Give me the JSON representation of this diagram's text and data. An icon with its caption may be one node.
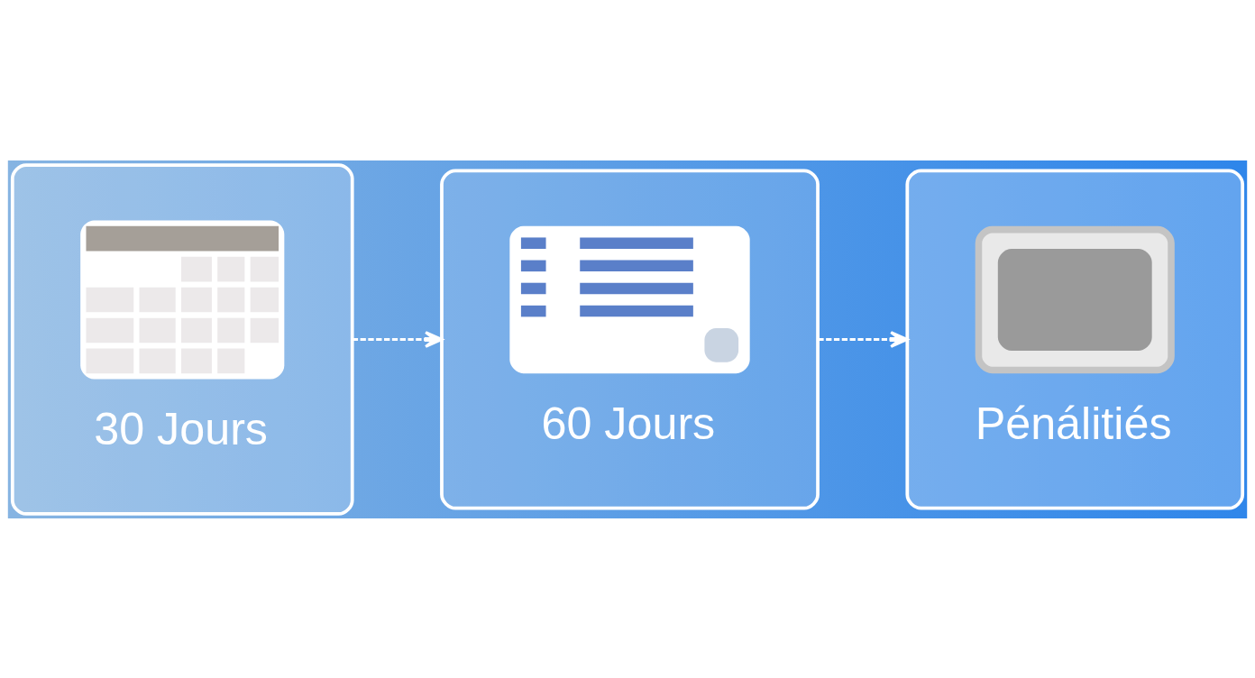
{
  "diagram": {
    "nodes": [
      {
        "text": [
          "30 Jours"
        ]
      },
      {
        "text": [
          "60 Jours"
        ]
      },
      {
        "text": [
          "Pénálitiés"
        ]
      }
    ],
    "edges": [
      {
        "from": 0,
        "to": 1,
        "arrow": "to",
        "style": "dashed"
      },
      {
        "from": 1,
        "to": 2,
        "arrow": "to",
        "style": "dashed"
      }
    ]
  }
}
